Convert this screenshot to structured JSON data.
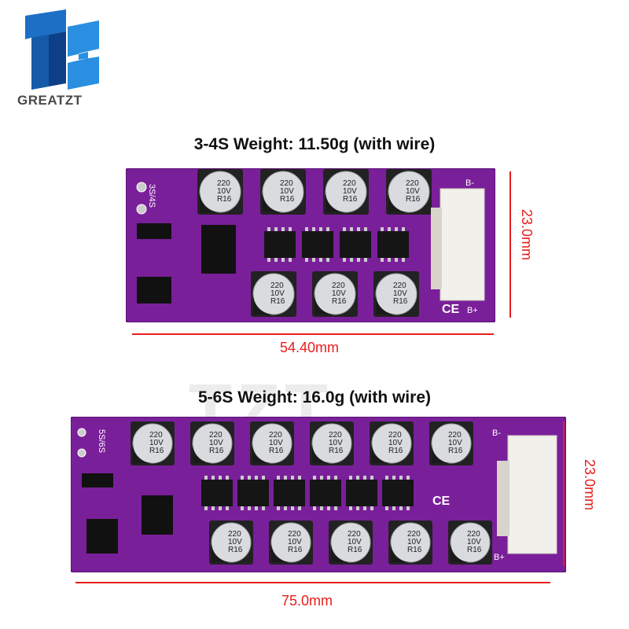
{
  "brand": {
    "name": "GREATZT",
    "logo_colors": [
      "#1a63b8",
      "#2a8fe0",
      "#0d3f86"
    ]
  },
  "watermark": "TZT",
  "board_small": {
    "title": "3-4S Weight: 11.50g (with wire)",
    "width_label": "54.40mm",
    "height_label": "23.0mm",
    "silk_text": "3S/4S",
    "cap_rows": [
      [
        "220 10V R16",
        "220 10V R16",
        "220 10V R16",
        "220 10V R16"
      ],
      [
        "220 10V R16",
        "220 10V R16",
        "220 10V R16"
      ]
    ],
    "connector_labels": [
      "B-",
      "B+"
    ],
    "mark": "CE",
    "color": "#7a1f9a"
  },
  "board_large": {
    "title": "5-6S Weight: 16.0g (with wire)",
    "width_label": "75.0mm",
    "height_label": "23.0mm",
    "silk_text": "5S/6S",
    "cap_rows": [
      [
        "220 10V R16",
        "220 10V R16",
        "220 10V R16",
        "220 10V R16",
        "220 10V R16",
        "220 10V R16"
      ],
      [
        "220 10V R16",
        "220 10V R16",
        "220 10V R16",
        "220 10V R16",
        "220 10V R16"
      ]
    ],
    "connector_labels": [
      "B-",
      "B+"
    ],
    "mark": "CE",
    "color": "#7a1f9a"
  },
  "cap_lines": [
    "220",
    "10V",
    "R16"
  ],
  "dimension_color": "#e81d1d"
}
